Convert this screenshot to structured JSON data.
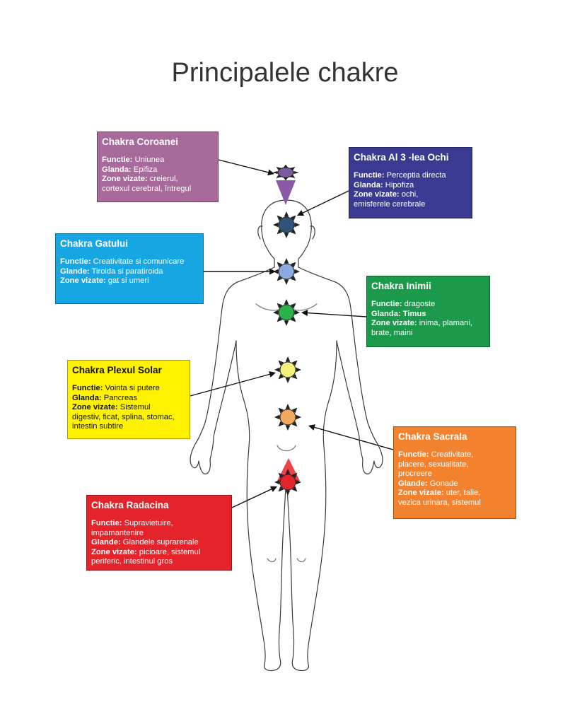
{
  "title": "Principalele chakre",
  "chakras": [
    {
      "id": "coroanei",
      "title": "Chakra Coroanei",
      "color": "#A86A9A",
      "dot_color": "#7C5AA0",
      "lines": [
        {
          "label": "Functie:",
          "value": " Uniunea"
        },
        {
          "label": "Glanda:",
          "value": " Epifiza"
        },
        {
          "label": "Zone vizate:",
          "value": " creierul,"
        },
        {
          "label": "",
          "value": "cortexul cerebral, întregul"
        }
      ]
    },
    {
      "id": "ochi",
      "title": "Chakra Al 3 -lea Ochi",
      "color": "#3B3A93",
      "dot_color": "#2F5379",
      "lines": [
        {
          "label": "Functie:",
          "value": " Perceptia directa"
        },
        {
          "label": "Glanda:",
          "value": " Hipofiza"
        },
        {
          "label": "Zone vizate:",
          "value": " ochi,"
        },
        {
          "label": "",
          "value": "emisferele cerebrale"
        }
      ]
    },
    {
      "id": "gatului",
      "title": "Chakra Gatului",
      "color": "#16A6E3",
      "dot_color": "#8AAAE0",
      "lines": [
        {
          "label": "Functie:",
          "value": " Creativitate si comunicare"
        },
        {
          "label": "Glande:",
          "value": " Tiroida si paratiroida"
        },
        {
          "label": "Zone vizate:",
          "value": " gat si umeri"
        }
      ]
    },
    {
      "id": "inimii",
      "title": "Chakra Inimii",
      "color": "#1B9A4B",
      "dot_color": "#2BB14A",
      "lines": [
        {
          "label": "Functie:",
          "value": " dragoste"
        },
        {
          "label": "Glanda:",
          "value": " ",
          "bold_value": "Timus"
        },
        {
          "label": "Zone vizate:",
          "value": " inima, plamani,"
        },
        {
          "label": "",
          "value": "brate, maini"
        }
      ]
    },
    {
      "id": "plexul",
      "title": "Chakra Plexul Solar",
      "color": "#FEF200",
      "dot_color": "#F4F07A",
      "lines": [
        {
          "label": "Functie:",
          "value": " Vointa si putere"
        },
        {
          "label": "Glanda:",
          "value": " Pancreas"
        },
        {
          "label": "Zone vizate:",
          "value": " Sistemul"
        },
        {
          "label": "",
          "value": "digestiv, ficat, splina, stomac,"
        },
        {
          "label": "",
          "value": "intestin subtire"
        }
      ]
    },
    {
      "id": "sacrala",
      "title": "Chakra Sacrala",
      "color": "#F3822E",
      "dot_color": "#F5A95F",
      "lines": [
        {
          "label": "Functie:",
          "value": " Creativitate,"
        },
        {
          "label": "",
          "value": "placere, sexualitate,"
        },
        {
          "label": "",
          "value": "procreere"
        },
        {
          "label": "Glande:",
          "value": " Gonade"
        },
        {
          "label": "Zone vizate:",
          "value": " uter, talie,"
        },
        {
          "label": "",
          "value": "vezica urinara, sistemul"
        }
      ]
    },
    {
      "id": "radacina",
      "title": "Chakra Radacina",
      "color": "#E4232A",
      "dot_color": "#E4232A",
      "lines": [
        {
          "label": "Functie:",
          "value": " Supravietuire,"
        },
        {
          "label": "",
          "value": "impamantenire"
        },
        {
          "label": "Glande:",
          "value": " Glandele suprarenale"
        },
        {
          "label": "Zone vizate:",
          "value": " picioare, sistemul"
        },
        {
          "label": "",
          "value": "periferic, intestinul gros"
        }
      ]
    }
  ]
}
